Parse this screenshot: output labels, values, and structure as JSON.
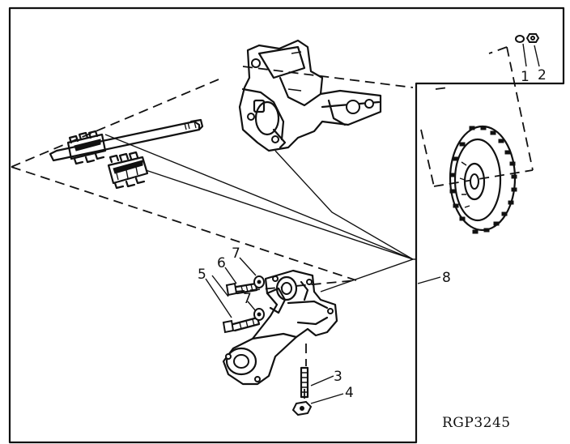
{
  "callouts": {
    "c1": "1",
    "c2": "2",
    "c3": "3",
    "c4": "4",
    "c5": "5",
    "c6": "6",
    "c7a": "7",
    "c7b": "7",
    "c8": "8"
  },
  "figure_code": "RGP3245"
}
